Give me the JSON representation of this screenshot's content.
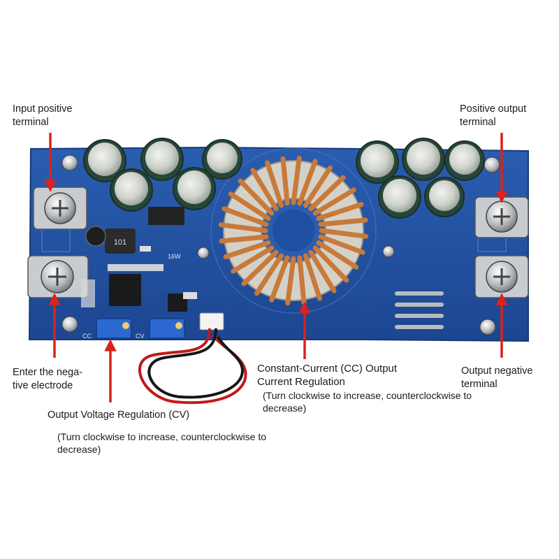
{
  "labels": {
    "input_positive": "Input positive\nterminal",
    "negative_input": "Enter the nega-\ntive electrode",
    "positive_output": "Positive output\nterminal",
    "negative_output": "Output negative\nterminal",
    "cc_title": "Constant-Current (CC) Output\nCurrent Regulation",
    "cc_note": "(Turn clockwise to increase, counterclockwise to\ndecrease)",
    "cv_title": "Output Voltage Regulation (CV)",
    "cv_note": "(Turn clockwise to increase, counterclockwise to\ndecrease)"
  },
  "board_marks": {
    "silk_cc": "CC",
    "silk_cv": "CV",
    "silk_inductor": "101",
    "silk_w": "16W"
  },
  "colors": {
    "board": "#1f4fa0",
    "arrow": "#d8231f",
    "copper": "#c77a3a",
    "capacitor": "#2b4a3a"
  }
}
